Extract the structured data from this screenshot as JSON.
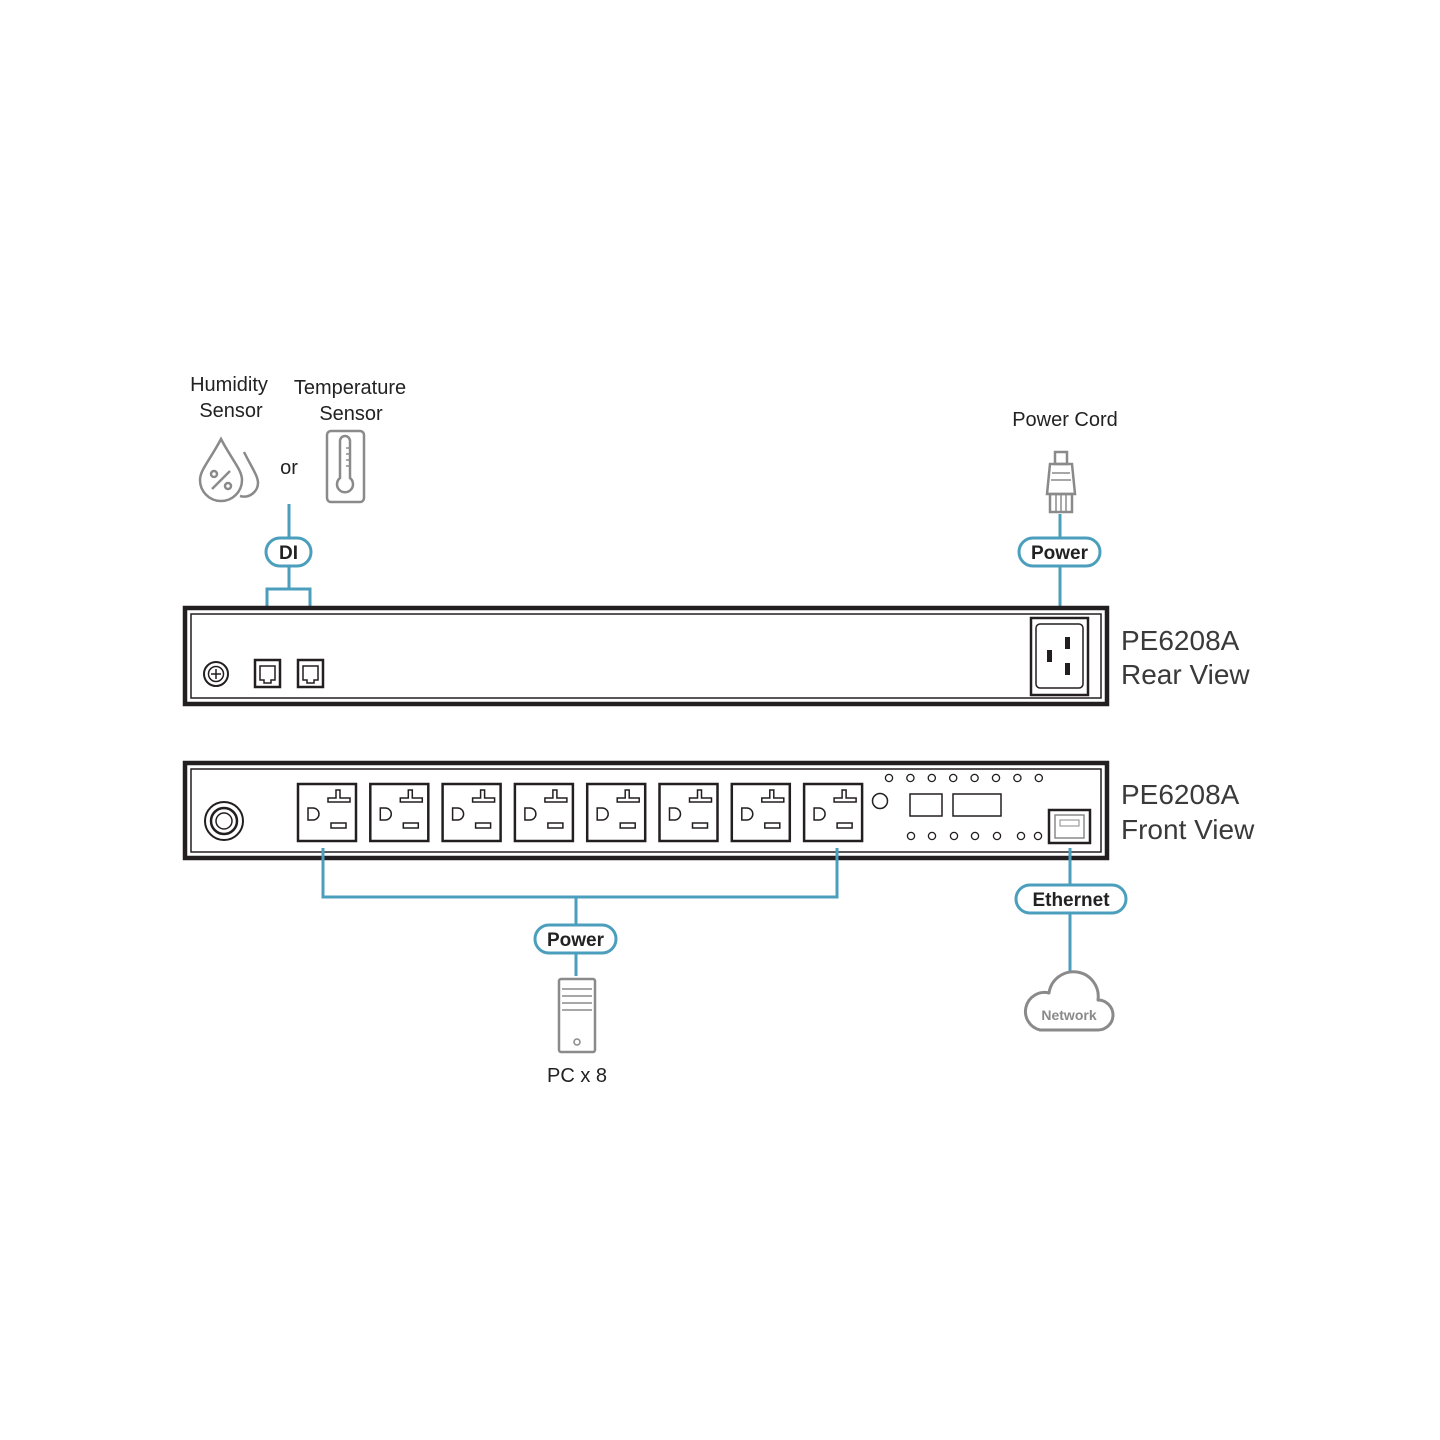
{
  "colors": {
    "link": "#4b9fbd",
    "device_outline": "#231f20",
    "icon_gray": "#8a8a8a"
  },
  "sensors": {
    "humidity_line1": "Humidity",
    "humidity_line2": "Sensor",
    "or_text": "or",
    "temperature_line1": "Temperature",
    "temperature_line2": "Sensor",
    "humidity_icon": "humidity-drops-icon",
    "temperature_icon": "thermometer-icon"
  },
  "power_cord": {
    "label": "Power Cord",
    "icon": "power-plug-icon"
  },
  "pills": {
    "di": "DI",
    "rear_power": "Power",
    "front_power": "Power",
    "ethernet": "Ethernet"
  },
  "rear_device": {
    "model": "PE6208A",
    "view": "Rear View"
  },
  "front_device": {
    "model": "PE6208A",
    "view": "Front View",
    "outlet_count": 8
  },
  "network": {
    "label": "Network",
    "icon": "cloud-icon"
  },
  "pc": {
    "label": "PC x 8",
    "icon": "pc-tower-icon"
  }
}
